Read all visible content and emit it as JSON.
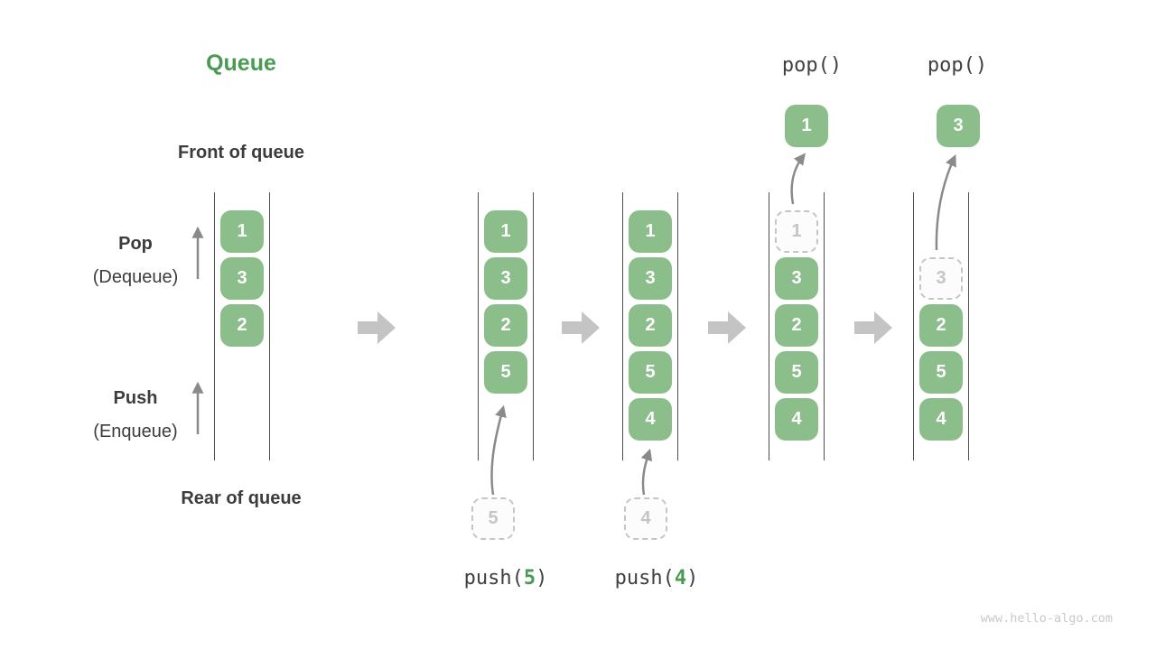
{
  "title": "Queue",
  "watermark": "www.hello-algo.com",
  "side_labels": {
    "front": "Front of queue",
    "rear": "Rear of queue",
    "pop": "Pop",
    "pop_sub": "(Dequeue)",
    "push": "Push",
    "push_sub": "(Enqueue)"
  },
  "colors": {
    "title_green": "#4a9b52",
    "box_green": "#8cbe8c",
    "box_text": "#ffffff",
    "label_text": "#3c3c3c",
    "block_arrow_gray": "#c4c4c4",
    "thin_arrow_gray": "#8a8a8a",
    "dashed_gray": "#c5c5c5",
    "queue_line": "#4f4f4f",
    "watermark_gray": "#c9c9c9"
  },
  "icons": {
    "transition": "right-block-arrow",
    "direction": "up-arrow",
    "push_path": "curved-up-arrow",
    "pop_path": "curved-up-arrow"
  },
  "states": [
    {
      "boxes": [
        "1",
        "3",
        "2"
      ]
    },
    {
      "boxes": [
        "1",
        "3",
        "2",
        "5"
      ],
      "pending": "5",
      "op": {
        "fn": "push(",
        "arg": "5",
        "close": ")"
      }
    },
    {
      "boxes": [
        "1",
        "3",
        "2",
        "5",
        "4"
      ],
      "pending": "4",
      "op": {
        "fn": "push(",
        "arg": "4",
        "close": ")"
      }
    },
    {
      "removed": "1",
      "boxes": [
        "3",
        "2",
        "5",
        "4"
      ],
      "popped": "1",
      "op_label": "pop()"
    },
    {
      "removed": "3",
      "boxes": [
        "2",
        "5",
        "4"
      ],
      "popped": "3",
      "op_label": "pop()"
    }
  ]
}
